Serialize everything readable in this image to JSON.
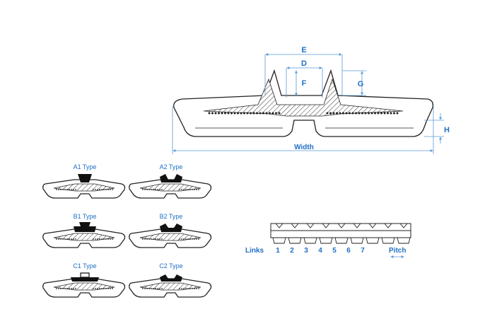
{
  "main_diagram": {
    "dimensions": {
      "e": "E",
      "d": "D",
      "f": "F",
      "g": "G",
      "h": "H",
      "width": "Width"
    }
  },
  "types": [
    {
      "label": "A1 Type"
    },
    {
      "label": "A2 Type"
    },
    {
      "label": "B1 Type"
    },
    {
      "label": "B2 Type"
    },
    {
      "label": "C1 Type"
    },
    {
      "label": "C2 Type"
    }
  ],
  "side_view": {
    "links_label": "Links",
    "link_numbers": [
      "1",
      "2",
      "3",
      "4",
      "5",
      "6",
      "7"
    ],
    "pitch_label": "Pitch"
  },
  "colors": {
    "accent": "#1f6fc5",
    "outline": "#222222"
  }
}
